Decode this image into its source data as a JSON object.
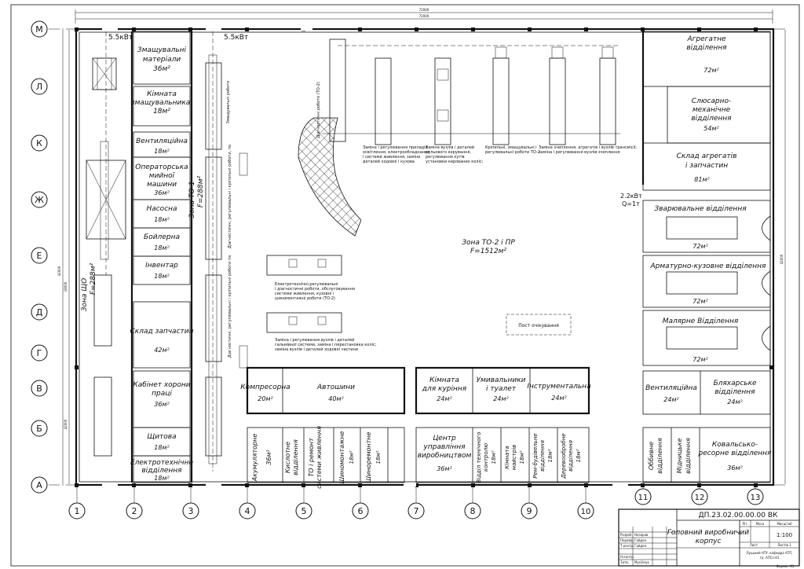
{
  "drawing": {
    "overall_dims": [
      "72000",
      "72000"
    ],
    "side_dims": [
      "42000",
      "18000",
      "42000",
      "42000"
    ],
    "axes_left": [
      "М",
      "Л",
      "К",
      "Ж",
      "Е",
      "Д",
      "Г",
      "В",
      "Б",
      "А"
    ],
    "axes_bottom": [
      "1",
      "2",
      "3",
      "4",
      "5",
      "6",
      "7",
      "8",
      "9",
      "10",
      "11",
      "12",
      "13"
    ],
    "power_labels": [
      "5.5кВт",
      "5.5кВт",
      "2.2кВт",
      "Q=1т"
    ],
    "zones": {
      "shchO": [
        "Зона ЩО",
        "F=288м²"
      ],
      "to1": [
        "Зона ТО-1",
        "F=288м²"
      ],
      "to2": [
        "Зона ТО-2 і ПР",
        "F=1512м²"
      ],
      "waiting": "Пост очікування"
    },
    "rooms": {
      "cleaning_materials": [
        "Змащувальні",
        "матеріали",
        "36м²"
      ],
      "lubricant_room": [
        "Кімната",
        "змащувальника.",
        "18м²"
      ],
      "ventilation_l": [
        "Вентиляційна",
        "18м²"
      ],
      "operator_room": [
        "Операторська",
        "мийної",
        "машини",
        "36м²"
      ],
      "pump_room": [
        "Насосна",
        "18м²"
      ],
      "boiler": [
        "Бойлерна",
        "18м²"
      ],
      "inventory": [
        "Інвентар",
        "18м²"
      ],
      "spare_parts": [
        "Склад запчастин",
        "42м²"
      ],
      "safety_office": [
        "Кабінет хорони",
        "праці",
        "36м²"
      ],
      "switchboard": [
        "Щитова",
        "18м²"
      ],
      "electro_dept_l": [
        "Електротехнічне",
        "відділення",
        "18м²"
      ],
      "compressor": [
        "Компресорна",
        "20м²"
      ],
      "tires": [
        "Автошини",
        "40м²"
      ],
      "smoking": [
        "Кімната",
        "для куріння",
        "24м²"
      ],
      "washroom": [
        "Умивальники",
        "і туалет",
        "24м²"
      ],
      "tool_room": [
        "Інструментальна",
        "24м²"
      ],
      "ventilation_r": [
        "Вентиляційна",
        "24м²"
      ],
      "tinsmith": [
        "Бляхарське",
        "відділення",
        "24м²"
      ],
      "battery": [
        "Акумуляторне",
        "36м²"
      ],
      "acid": [
        "Кислотне",
        "відділення"
      ],
      "power_repair": [
        "ТО і ремонт",
        "системи живлення"
      ],
      "tire_mount": [
        "Шиномонтажне",
        "18м²"
      ],
      "tire_repair": [
        "Шиноремонтне",
        "18м²"
      ],
      "control_center": [
        "Центр",
        "управління",
        "виробництвом",
        "36м²"
      ],
      "tech_control": [
        "Відділ технічного",
        "контролю",
        "18м²"
      ],
      "masters": [
        "Кімната",
        "майстрів",
        "18м²"
      ],
      "repair_construction": [
        "Рем-будівельне",
        "відділення",
        "18м²"
      ],
      "woodwork": [
        "Деревообробне",
        "відділення",
        "18м²"
      ],
      "aggregate": [
        "Агрегатне",
        "відділення",
        "72м²"
      ],
      "mechanical": [
        "Слюсарно-",
        "механічне",
        "відділення",
        "54м²"
      ],
      "aggregate_store": [
        "Склад агрегатів",
        "і запчастин",
        "81м²"
      ],
      "welding": [
        "Зварювальне відділення",
        "72м²"
      ],
      "body_repair": [
        "Арматурно-кузовне відділення",
        "72м²"
      ],
      "painting": [
        "Малярне Відділення",
        "72м²"
      ],
      "upholstery": [
        "Оббивне",
        "відділення"
      ],
      "copper": [
        "Мідницьке",
        "відділення"
      ],
      "spring": [
        "Ковальсько-",
        "ресорне відділення",
        "36м²"
      ]
    },
    "post_notes": [
      [
        "Заміна і регулювання приладів",
        "освітлення, електрообладнання",
        "і системи живлення, заміна",
        "деталей ходової і кузова"
      ],
      [
        "Заміна вузлів і деталей",
        "рульового керування,",
        "регулювання кутів",
        "установки керованих коліс;"
      ],
      [
        "Кріпильні, змащувальні і",
        "регулювальні роботи ТО-2"
      ],
      [
        "Заміна зчеплення, агрегатів і вузлів трансмісії;",
        "заміна і регулювання вузлів зчеплення"
      ],
      [
        "Електротехнічні,регулювальні",
        "і діагностичні роботи, обслуговування",
        "системи живлення, кузовні і",
        "шиномонтажні роботи (ТО-2)"
      ],
      [
        "Заміна і регулювання вузлів і деталей",
        "гальмівної системи, заміна і перестановка коліс;",
        "заміна вузлів і деталей ходової частини"
      ]
    ],
    "vertical_notes": {
      "diagnostic_to2": "Діагностичні роботи (ТО-2)",
      "lubrication": "Змащувальні роботи",
      "diag_to1": "Діагностичні, регулювальні і кріпильні роботи, по",
      "diag_to1b": "Діагностичні, регулювальні і кріпильні роботи по"
    },
    "title_block": {
      "code": "ДП.23.02.00.00.00 ВК",
      "name": [
        "Головний виробничий",
        "корпус"
      ],
      "scale": "1:100",
      "lit": "Літ.",
      "mass": "Маса",
      "scale_h": "Масштаб",
      "sheet": "Лист",
      "sheets": "Листів 1",
      "org": [
        "Луцький НТУ, кафедра АТП,",
        "гр. АЛСз-43"
      ],
      "format": "Формат А1",
      "rows": [
        "Розроб.",
        "Перевір.",
        "Т.контр.",
        "",
        "Н.контр.",
        "Затв."
      ],
      "names": [
        "Назаров",
        "Гайден",
        "Гайден",
        "",
        "",
        "Мусійчук"
      ]
    }
  }
}
